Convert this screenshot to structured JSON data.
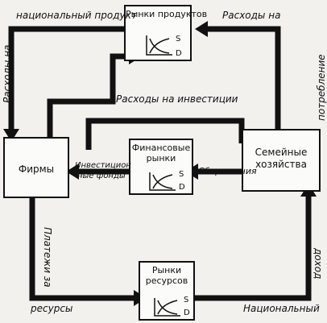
{
  "nodes": {
    "product_market": "Рынки продуктов",
    "firms": "Фирмы",
    "households": "Семейные хозяйства",
    "financial_market": "Финансовые рынки",
    "resource_market": "Рынки ресурсов"
  },
  "curve_labels": {
    "supply": "S",
    "demand": "D"
  },
  "flows": {
    "spending_national_product_left": "Расходы на",
    "spending_national_product_right": "национальный продукт",
    "consumer_spending_top": "Расходы на",
    "consumer_spending_vertical": "потребление",
    "investment_spending": "Расходы на инвестиции",
    "investment_funds_line1": "Инвестицион",
    "investment_funds_line2": "ные фонды",
    "savings": "Сбережения",
    "resource_payments_vertical": "Платежи за",
    "resource_payments_bottom": "ресурсы",
    "national_income_bottom": "Национальный",
    "national_income_vertical": "доход"
  },
  "colors": {
    "ink": "#111111",
    "paper": "#f2f1ee"
  }
}
